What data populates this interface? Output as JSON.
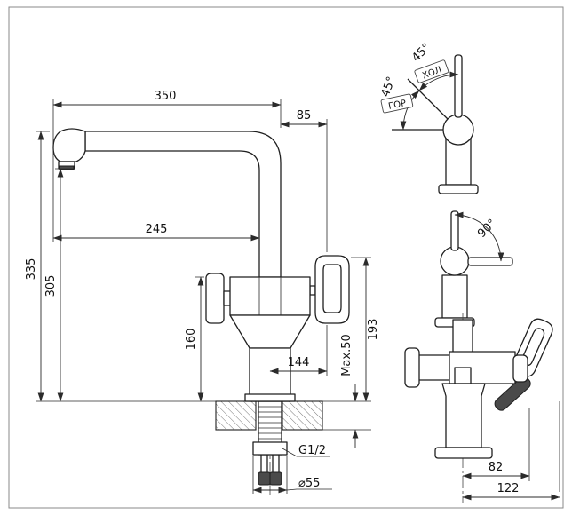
{
  "drawing": {
    "main_view": {
      "dim_350": "350",
      "dim_85": "85",
      "dim_245": "245",
      "dim_335": "335",
      "dim_305": "305",
      "dim_160": "160",
      "dim_193": "193",
      "dim_max50": "Max.50",
      "dim_144": "144",
      "thread_label": "G1/2",
      "dim_d55": "⌀55"
    },
    "angle_view": {
      "angle_cold": "45°",
      "angle_hot": "45°",
      "label_cold": "ХОЛ",
      "label_hot": "ГОР"
    },
    "swivel_view": {
      "angle": "90°"
    },
    "front_view": {
      "dim_82": "82",
      "dim_122": "122"
    }
  }
}
